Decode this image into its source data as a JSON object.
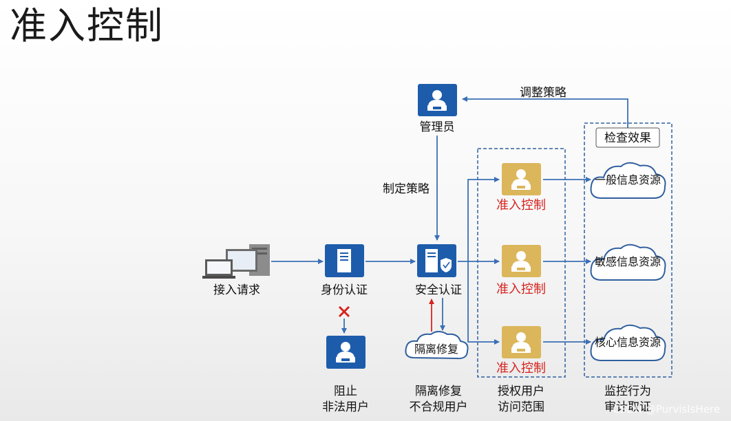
{
  "title": "准入控制",
  "labels": {
    "admin": "管理员",
    "adjust_policy": "调整策略",
    "check_effect": "检查效果",
    "make_policy": "制定策略",
    "access_request": "接入请求",
    "identity_auth": "身份认证",
    "security_auth": "安全认证",
    "quarantine_cloud": "隔离修复",
    "block_line1": "阻止",
    "block_line2": "非法用户",
    "quarantine_line1": "隔离修复",
    "quarantine_line2": "不合规用户",
    "authorized_line1": "授权用户",
    "authorized_line2": "访问范围",
    "monitor_line1": "监控行为",
    "monitor_line2": "审计取证"
  },
  "access_control_nodes": [
    {
      "label": "准入控制"
    },
    {
      "label": "准入控制"
    },
    {
      "label": "准入控制"
    }
  ],
  "resources": [
    {
      "label": "一般信息资源"
    },
    {
      "label": "敏感信息资源"
    },
    {
      "label": "核心信息资源"
    }
  ],
  "watermark": "CSDN @PurvisIsHere",
  "colors": {
    "node_blue": "#1d5cab",
    "node_gold": "#dbb65b",
    "arrow_blue": "#3a6fb5",
    "arrow_red": "#d6231e",
    "dashed_border": "#2f5f9e",
    "text_red": "#d6231e"
  },
  "icons": [
    "desktop-computer-icon",
    "server-icon",
    "user-icon",
    "shield-server-icon",
    "cloud-icon",
    "x-mark-icon"
  ]
}
